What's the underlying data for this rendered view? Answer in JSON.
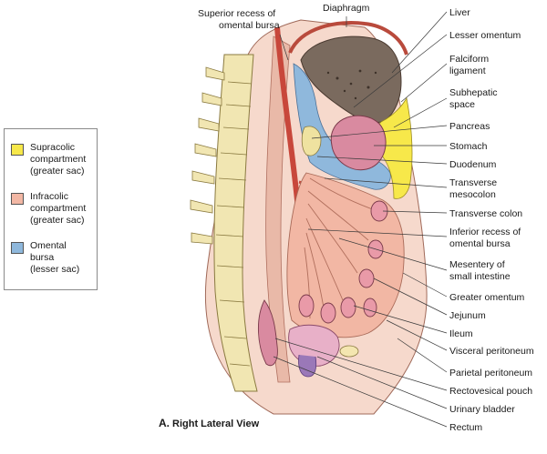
{
  "colors": {
    "supracolic": "#f7e84a",
    "infracolic": "#f2b7a4",
    "omental": "#8fb8dc",
    "artery": "#c8473b",
    "vertebra": "#f1e6b2",
    "liver": "#7a6a5e",
    "skin": "#f6d9cc"
  },
  "legend": [
    {
      "label": "Supracolic\ncompartment\n(greater sac)",
      "color_key": "supracolic"
    },
    {
      "label": "Infracolic\ncompartment\n(greater sac)",
      "color_key": "infracolic"
    },
    {
      "label": "Omental\nbursa\n(lesser sac)",
      "color_key": "omental"
    }
  ],
  "top_labels": {
    "superior_recess": [
      "Superior recess of",
      "omental bursa"
    ],
    "diaphragm": "Diaphragm"
  },
  "right_labels": [
    [
      "Liver"
    ],
    [
      "Lesser omentum"
    ],
    [
      "Falciform",
      "ligament"
    ],
    [
      "Subhepatic",
      "space"
    ],
    [
      "Pancreas"
    ],
    [
      "Stomach"
    ],
    [
      "Duodenum"
    ],
    [
      "Transverse",
      "mesocolon"
    ],
    [
      "Transverse colon"
    ],
    [
      "Inferior recess of",
      "omental bursa"
    ],
    [
      "Mesentery of",
      "small intestine"
    ],
    [
      "Greater omentum"
    ],
    [
      "Jejunum"
    ],
    [
      "Ileum"
    ],
    [
      "Visceral peritoneum"
    ],
    [
      "Parietal peritoneum"
    ],
    [
      "Rectovesical pouch"
    ],
    [
      "Urinary bladder"
    ],
    [
      "Rectum"
    ]
  ],
  "caption": {
    "letter": "A.",
    "text": "Right Lateral View"
  }
}
